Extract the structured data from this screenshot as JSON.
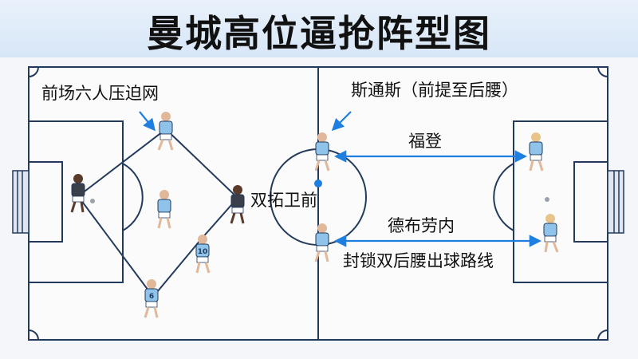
{
  "title": "曼城高位逼抢阵型图",
  "labels": {
    "front_press": "前场六人压迫网",
    "stones": "斯通斯（前提至后腰）",
    "foden": "福登",
    "double_fb": "双拓卫前",
    "de_bruyne": "德布劳内",
    "block": "封锁双后腰出球路线"
  },
  "players": [
    {
      "id": "winger-top",
      "number": ""
    },
    {
      "id": "keeper-left",
      "number": ""
    },
    {
      "id": "center-mid",
      "number": ""
    },
    {
      "id": "striker-dark",
      "number": ""
    },
    {
      "id": "player-10",
      "number": "10"
    },
    {
      "id": "player-6",
      "number": "6"
    },
    {
      "id": "stones",
      "number": ""
    },
    {
      "id": "de-bruyne-player",
      "number": ""
    },
    {
      "id": "opponent-top",
      "number": ""
    },
    {
      "id": "opponent-bottom",
      "number": ""
    }
  ],
  "colors": {
    "kit_sky": "#8fc3ea",
    "kit_dark": "#3a3f4a",
    "arrow_blue": "#1e7fe0",
    "line_navy": "#233a5c"
  }
}
